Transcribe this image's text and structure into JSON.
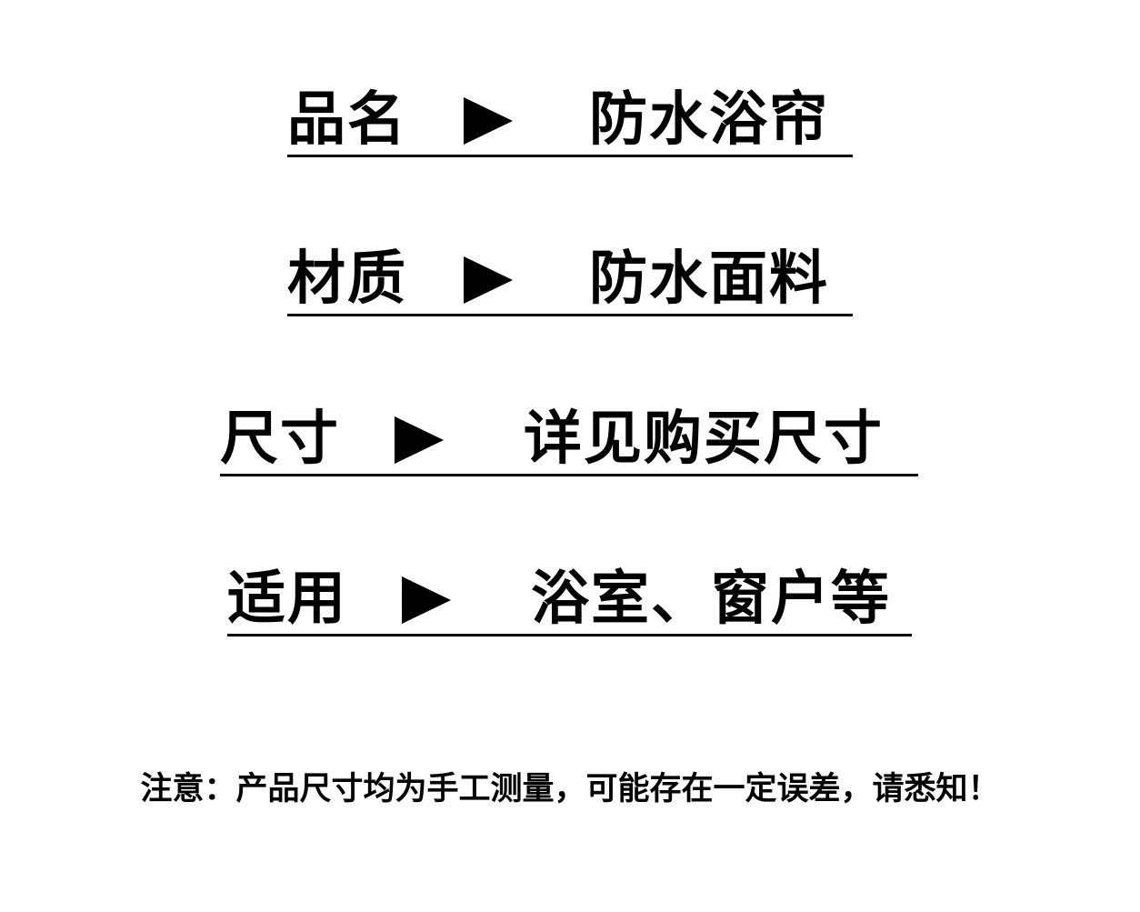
{
  "rows": [
    {
      "label": "品名",
      "value": "防水浴帘"
    },
    {
      "label": "材质",
      "value": "防水面料"
    },
    {
      "label": "尺寸",
      "value": "详见购买尺寸"
    },
    {
      "label": "适用",
      "value": "浴室、窗户等"
    }
  ],
  "arrow_icon": "play-triangle-right",
  "colors": {
    "text": "#000000",
    "background": "#ffffff"
  },
  "note": "注意：产品尺寸均为手工测量，可能存在一定误差，请悉知！"
}
